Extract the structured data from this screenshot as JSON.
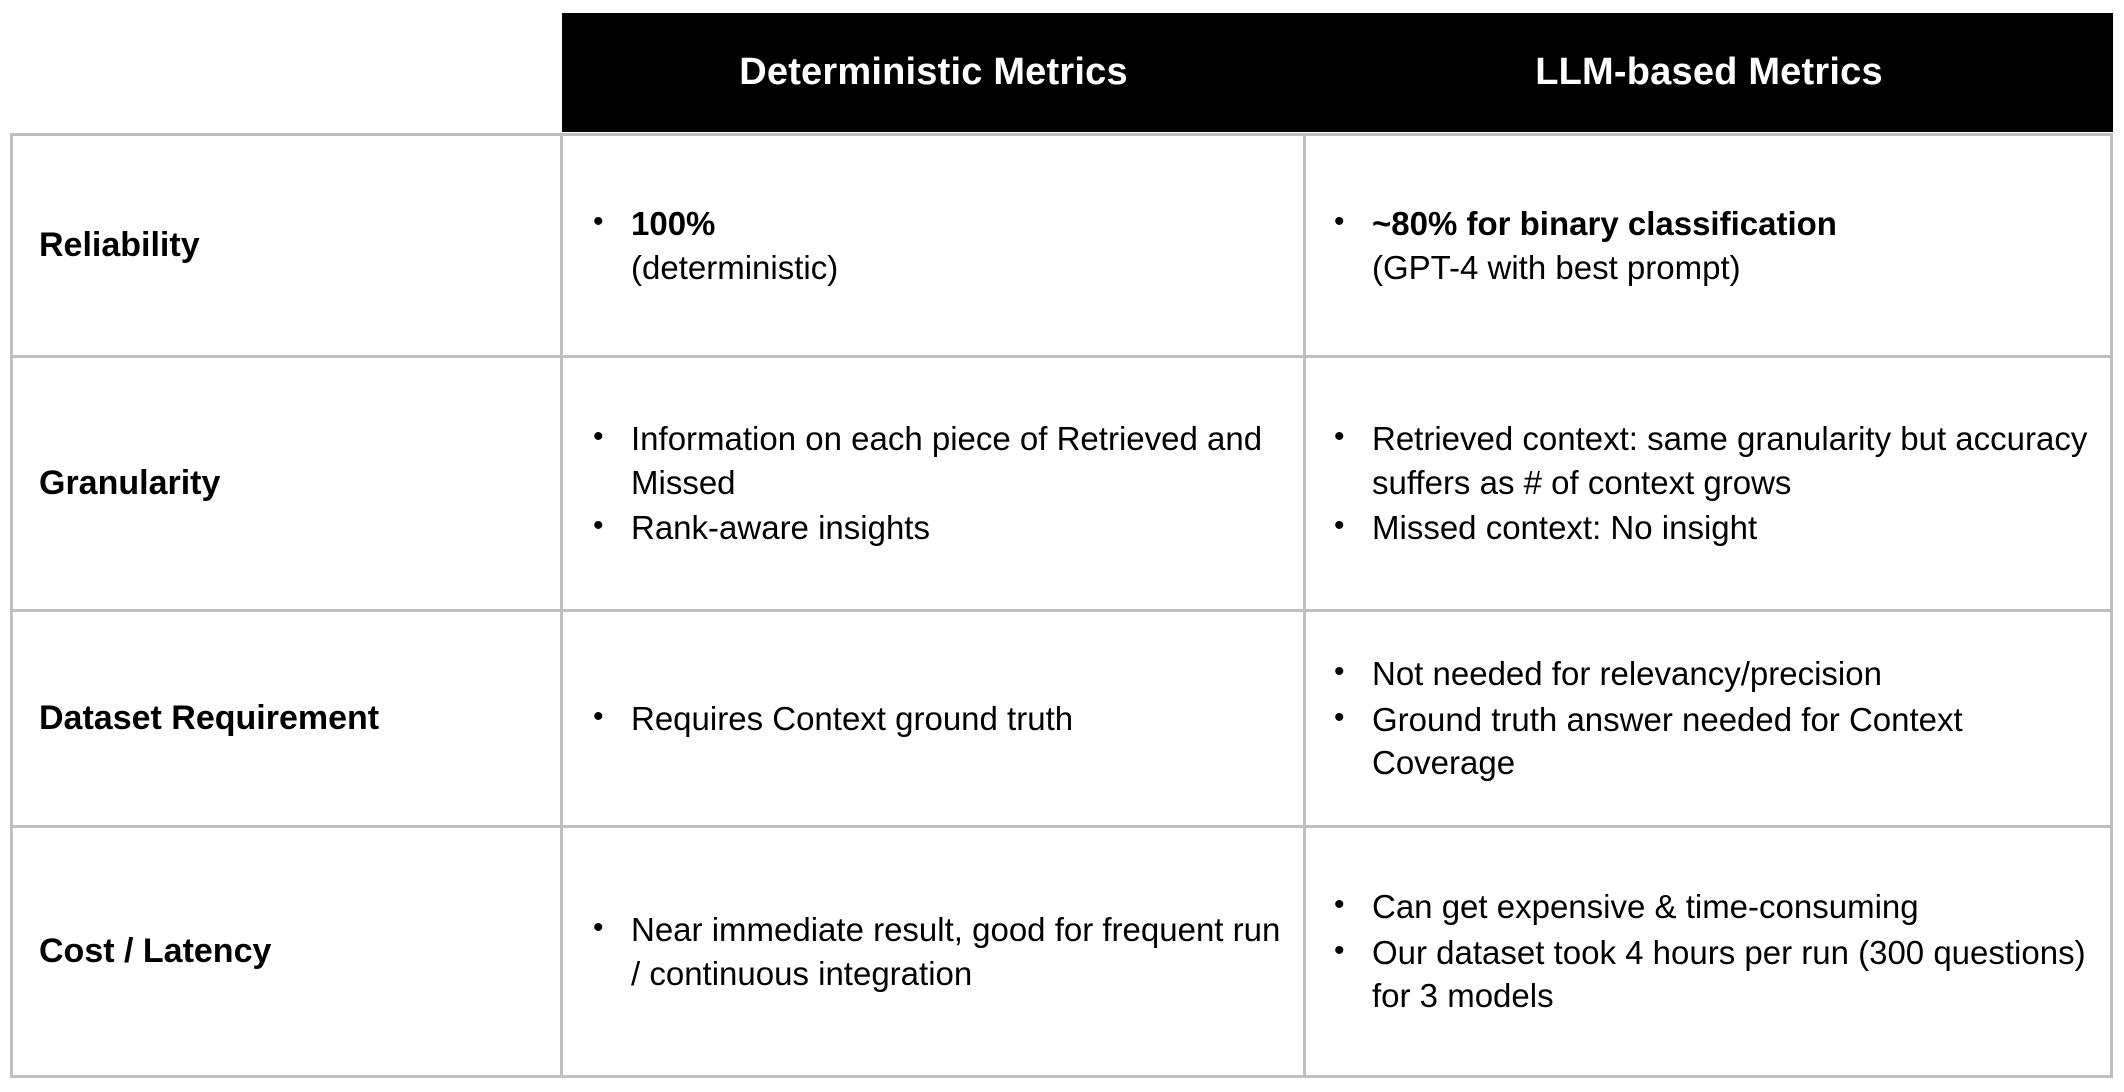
{
  "header": {
    "corner_label": "",
    "columns": [
      {
        "label": "Deterministic Metrics"
      },
      {
        "label": "LLM-based Metrics"
      }
    ]
  },
  "colors": {
    "header_background": "#000000",
    "header_text": "#ffffff",
    "table_border": "#bfbfbf",
    "body_text": "#000000",
    "page_background": "#ffffff"
  },
  "bullet_glyph": "•",
  "table": {
    "rows": [
      {
        "label": "Reliability",
        "deterministic": [
          {
            "strong": "100%",
            "sub": "(deterministic)"
          }
        ],
        "llm": [
          {
            "strong": "~80% for binary classification",
            "sub": "(GPT-4 with best prompt)"
          }
        ]
      },
      {
        "label": "Granularity",
        "deterministic": [
          {
            "strong": "",
            "sub": "Information on each piece of Retrieved and Missed"
          },
          {
            "strong": "",
            "sub": "Rank-aware insights"
          }
        ],
        "llm": [
          {
            "strong": "",
            "sub": "Retrieved context: same granularity but accuracy suffers as # of context grows"
          },
          {
            "strong": "",
            "sub": "Missed context: No insight"
          }
        ]
      },
      {
        "label": "Dataset Requirement",
        "deterministic": [
          {
            "strong": "",
            "sub": "Requires Context ground truth"
          }
        ],
        "llm": [
          {
            "strong": "",
            "sub": "Not needed for relevancy/precision"
          },
          {
            "strong": "",
            "sub": "Ground truth answer needed for Context Coverage"
          }
        ]
      },
      {
        "label": "Cost / Latency",
        "deterministic": [
          {
            "strong": "",
            "sub": "Near immediate result, good for frequent run / continuous integration"
          }
        ],
        "llm": [
          {
            "strong": "",
            "sub": "Can get expensive & time-consuming"
          },
          {
            "strong": "",
            "sub": "Our dataset took 4 hours per run (300 questions) for 3 models"
          }
        ]
      }
    ]
  }
}
